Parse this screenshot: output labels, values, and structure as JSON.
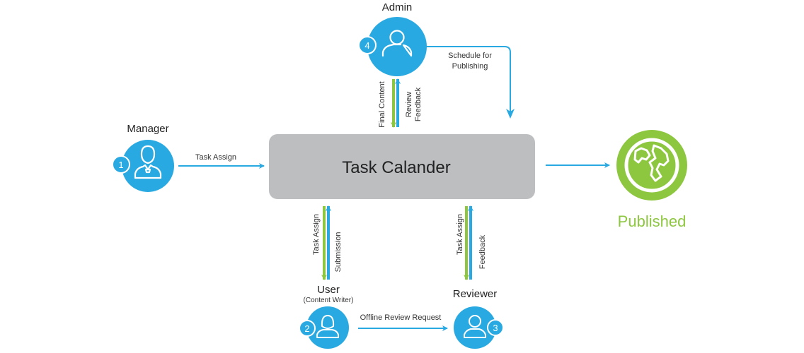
{
  "colors": {
    "actor": "#29a9e1",
    "arrow_blue": "#29a9e1",
    "arrow_green": "#8dc63f",
    "calendar_fill": "#bcbec0",
    "published": "#8dc63f"
  },
  "icons": {
    "manager": "manager-icon",
    "admin": "user-icon",
    "writer": "user-female-icon",
    "reviewer": "user-icon",
    "published": "globe-icon"
  },
  "nodes": {
    "admin": {
      "label": "Admin",
      "badge": "4"
    },
    "manager": {
      "label": "Manager",
      "badge": "1"
    },
    "writer": {
      "label": "User",
      "sublabel": "(Content Writer)",
      "badge": "2"
    },
    "reviewer": {
      "label": "Reviewer",
      "badge": "3"
    },
    "calendar": {
      "label": "Task Calander"
    },
    "published": {
      "label": "Published"
    }
  },
  "edges": {
    "task_assign_manager": "Task Assign",
    "schedule_line1": "Schedule for",
    "schedule_line2": "Publishing",
    "final_content": "Final Content",
    "review_line1": "Review",
    "review_line2": "Feedback",
    "writer_task_assign": "Task Assign",
    "writer_submission": "Submission",
    "reviewer_task_assign": "Task Assign",
    "reviewer_feedback": "Feedback",
    "offline_review": "Offline Review Request"
  }
}
